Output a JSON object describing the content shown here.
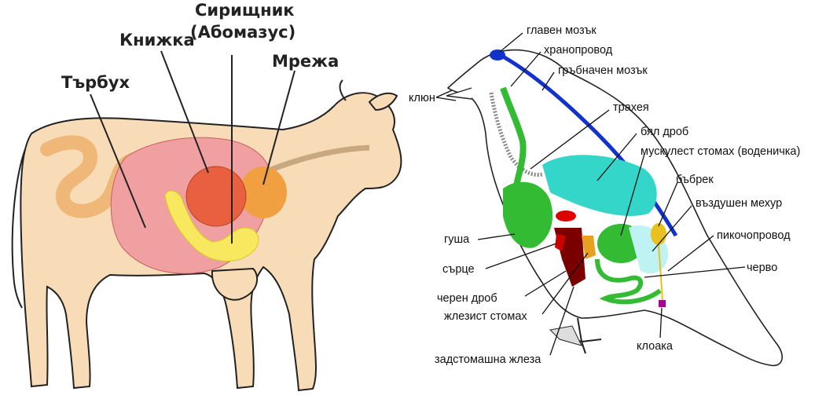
{
  "cow": {
    "labels": {
      "rumen": "Търбух",
      "omasum": "Книжка",
      "abomasum_line1": "Сирищник",
      "abomasum_line2": "(Абомазус)",
      "reticulum": "Мрежа"
    }
  },
  "bird": {
    "labels": {
      "brain": "главен мозък",
      "esophagus": "хранопровод",
      "spinal_cord": "гръбначен мозък",
      "beak": "клюн",
      "trachea": "трахея",
      "lung": "бял дроб",
      "gizzard": "мускулест стомах (воденичка)",
      "kidney": "бъбрек",
      "air_sac": "въздушен мехур",
      "crop": "гуша",
      "ureter": "пикочопровод",
      "heart": "сърце",
      "intestine": "черво",
      "liver": "черен дроб",
      "proventriculus": "жлезист стомах",
      "cloaca": "клоака",
      "pancreas": "задстомашна жлеза"
    }
  },
  "colors": {
    "cow_skin": "#f8dcb8",
    "rumen": "#f0a0a0",
    "omasum": "#e86040",
    "reticulum": "#f0a040",
    "abomasum": "#f8e860",
    "intestine": "#f5c890",
    "bird_green": "#33bb33",
    "lung": "#33d6c9",
    "air_sac": "#bff2f2",
    "brain": "#1133cc",
    "liver": "#7a0000",
    "heart": "#dd0000",
    "kidney": "#e8c020",
    "cloaca": "#aa0099"
  }
}
